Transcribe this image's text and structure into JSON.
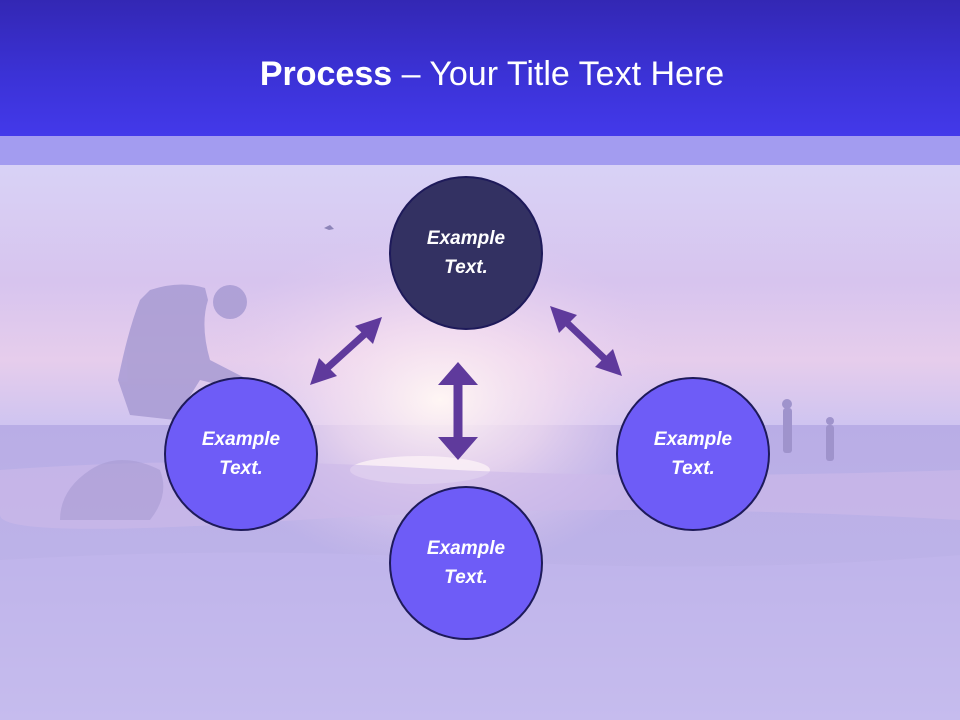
{
  "slide": {
    "title_bold": "Process",
    "title_rest": " – Your Title Text Here"
  },
  "nodes": [
    {
      "line1": "Example",
      "line2": "Text."
    },
    {
      "line1": "Example",
      "line2": "Text."
    },
    {
      "line1": "Example",
      "line2": "Text."
    },
    {
      "line1": "Example",
      "line2": "Text."
    }
  ],
  "colors": {
    "header": "#3b32d6",
    "node_dark": "#333162",
    "node_light": "#6e5cf7",
    "arrow": "#5f3a9c"
  },
  "icons": [
    "double-headed-arrow-icon"
  ]
}
